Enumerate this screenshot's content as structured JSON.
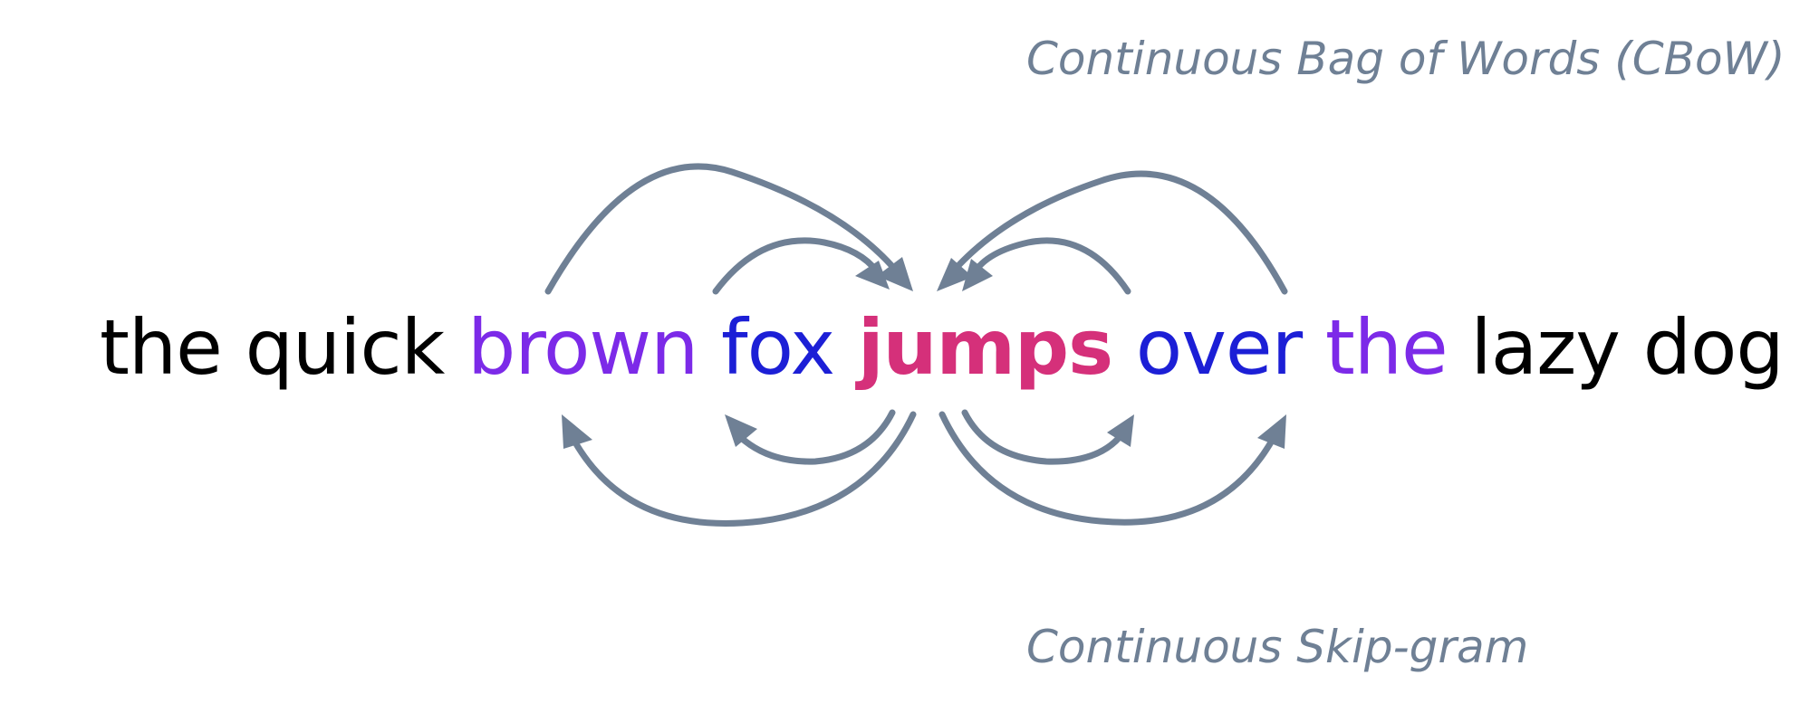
{
  "labels": {
    "top": "Continuous Bag of Words (CBoW)",
    "bottom": "Continuous Skip-gram"
  },
  "sentence": {
    "words": [
      {
        "text": "the",
        "color": "#000000",
        "bold": false
      },
      {
        "text": "quick",
        "color": "#000000",
        "bold": false
      },
      {
        "text": "brown",
        "color": "#7c2ae8",
        "bold": false
      },
      {
        "text": "fox",
        "color": "#1c1fd6",
        "bold": false
      },
      {
        "text": "jumps",
        "color": "#d5307a",
        "bold": true
      },
      {
        "text": "over",
        "color": "#1c1fd6",
        "bold": false
      },
      {
        "text": "the",
        "color": "#7c2ae8",
        "bold": false
      },
      {
        "text": "lazy",
        "color": "#000000",
        "bold": false
      },
      {
        "text": "dog",
        "color": "#000000",
        "bold": false
      }
    ]
  },
  "colors": {
    "arrow": "#6f8095",
    "label": "#6f8095"
  }
}
